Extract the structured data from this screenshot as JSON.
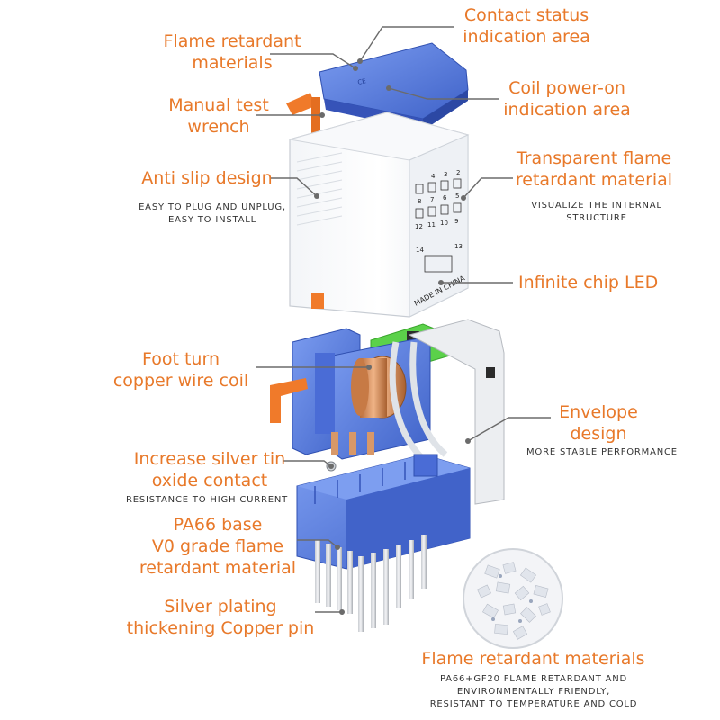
{
  "labels": {
    "flame_top": [
      "Flame retardant",
      "materials"
    ],
    "contact_status": [
      "Contact status",
      "indication area"
    ],
    "coil_power": [
      "Coil power-on",
      "indication area"
    ],
    "manual_test": [
      "Manual test",
      "wrench"
    ],
    "anti_slip": "Anti slip design",
    "anti_slip_sub": [
      "EASY TO PLUG AND UNPLUG,",
      "EASY TO INSTALL"
    ],
    "transparent": [
      "Transparent flame",
      "retardant material"
    ],
    "transparent_sub": [
      "VISUALIZE THE INTERNAL",
      "STRUCTURE"
    ],
    "led": "Infinite chip LED",
    "foot_coil": [
      "Foot turn",
      "copper wire coil"
    ],
    "envelope": [
      "Envelope",
      "design"
    ],
    "envelope_sub": "MORE STABLE PERFORMANCE",
    "silver_tin": [
      "Increase silver tin",
      "oxide contact"
    ],
    "silver_tin_sub": "RESISTANCE TO HIGH CURRENT",
    "pa66": [
      "PA66 base",
      "V0 grade flame",
      "retardant material"
    ],
    "silver_pin": [
      "Silver plating",
      "thickening Copper pin"
    ],
    "flame_bottom": "Flame retardant materials",
    "flame_bottom_sub": [
      "PA66+GF20 FLAME RETARDANT AND",
      "ENVIRONMENTALLY FRIENDLY,",
      "RESISTANT TO TEMPERATURE AND COLD"
    ]
  },
  "relay_markings": {
    "made_in": "MADE IN CHINA",
    "pins_top": [
      "4",
      "3",
      "2"
    ],
    "pins_mid": [
      "8",
      "7",
      "6",
      "5"
    ],
    "pins_bot": [
      "12",
      "11",
      "10",
      "9"
    ],
    "coil_pins": [
      "14",
      "13"
    ]
  },
  "colors": {
    "accent": "#e8792a",
    "blue": "#5a7fe0",
    "blue_dark": "#3d5fc4",
    "orange_part": "#f07a2a",
    "green": "#5bd14a",
    "copper": "#d08a55",
    "leader": "#6b6b6b"
  }
}
